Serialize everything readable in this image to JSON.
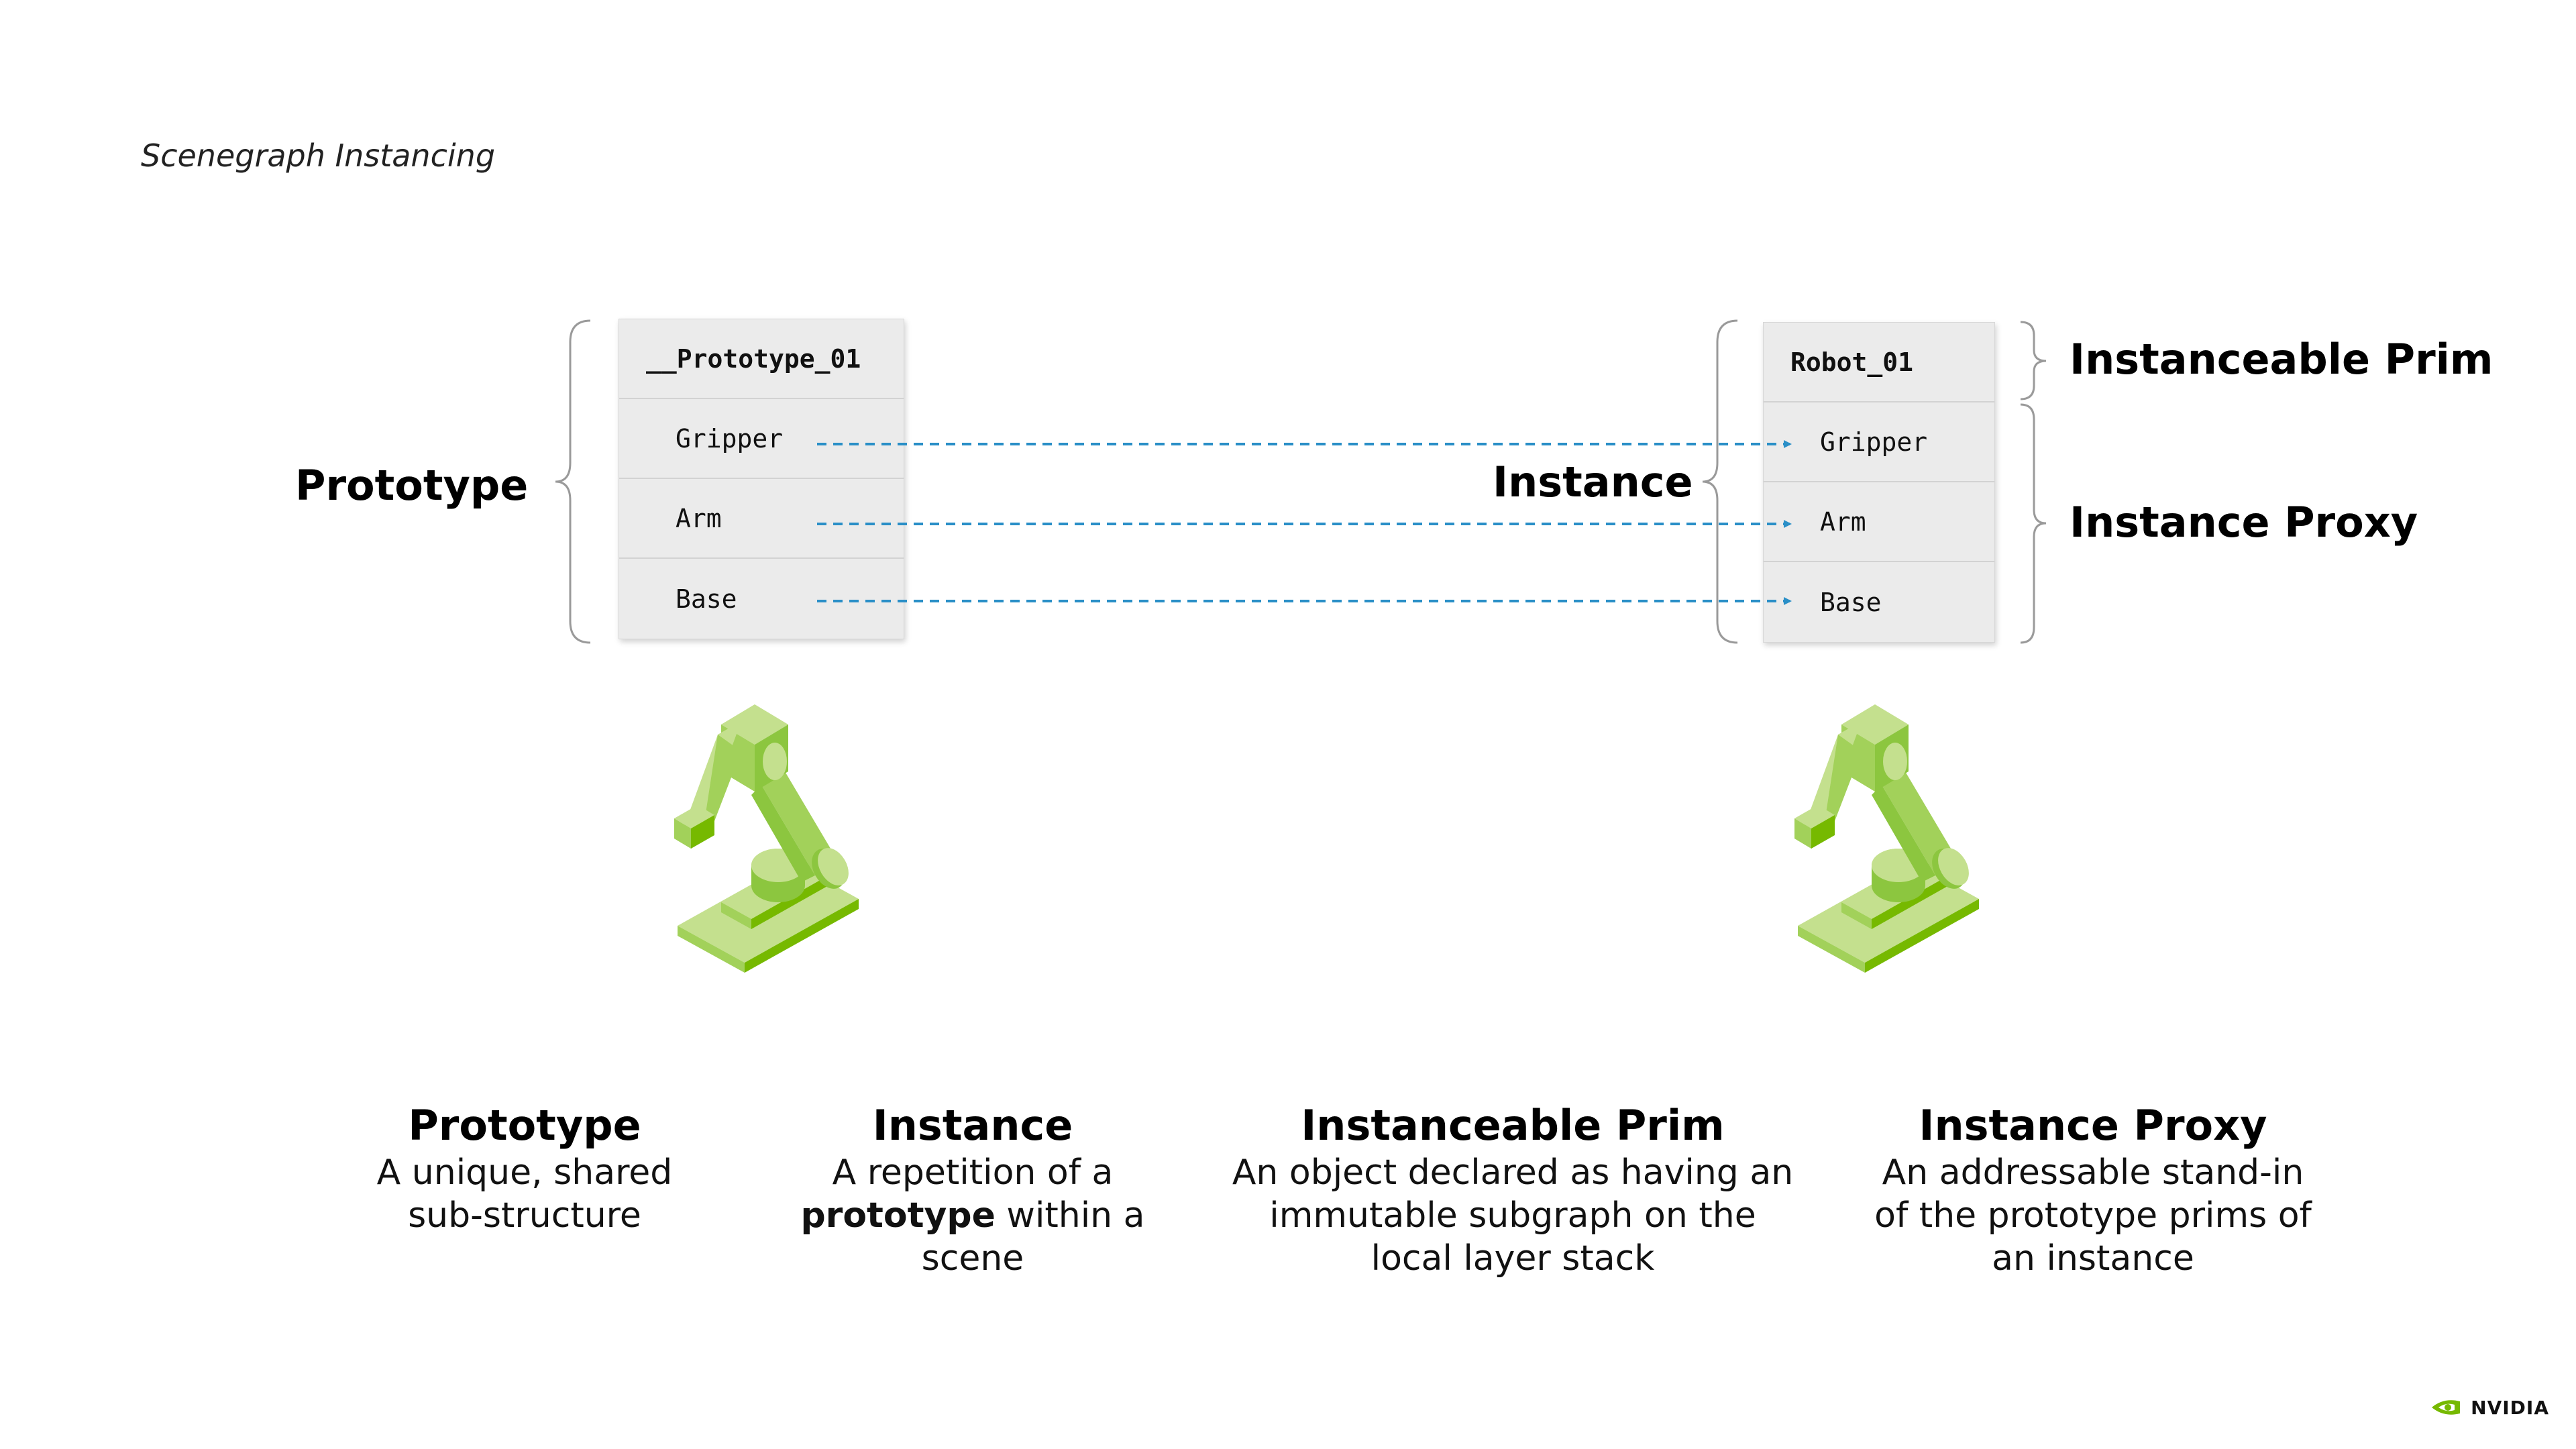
{
  "title": "Scenegraph Instancing",
  "labels": {
    "prototype": "Prototype",
    "instance": "Instance",
    "instanceable_prim": "Instanceable Prim",
    "instance_proxy": "Instance Proxy"
  },
  "prototype_tree": {
    "root": "__Prototype_01",
    "children": [
      "Gripper",
      "Arm",
      "Base"
    ]
  },
  "instance_tree": {
    "root": "Robot_01",
    "children": [
      "Gripper",
      "Arm",
      "Base"
    ]
  },
  "definitions": [
    {
      "term": "Prototype",
      "desc_lines": [
        "A unique, shared",
        "sub-structure"
      ]
    },
    {
      "term": "Instance",
      "desc_line1": "A repetition of a",
      "desc_bold": "prototype",
      "desc_line2_rest": " within a",
      "desc_line3": "scene"
    },
    {
      "term": "Instanceable Prim",
      "desc_lines": [
        "An object declared as having an",
        "immutable subgraph on the",
        "local layer stack"
      ]
    },
    {
      "term": "Instance Proxy",
      "desc_lines": [
        "An addressable stand-in",
        "of the prototype prims of",
        "an instance"
      ]
    }
  ],
  "logo": {
    "text": "NVIDIA",
    "icon": "nvidia-eye-icon"
  },
  "colors": {
    "arrow": "#2a8fc7",
    "robot_light": "#c4e08e",
    "robot_mid": "#a2d15a",
    "robot_dark": "#76b900",
    "brand": "#76b900"
  }
}
